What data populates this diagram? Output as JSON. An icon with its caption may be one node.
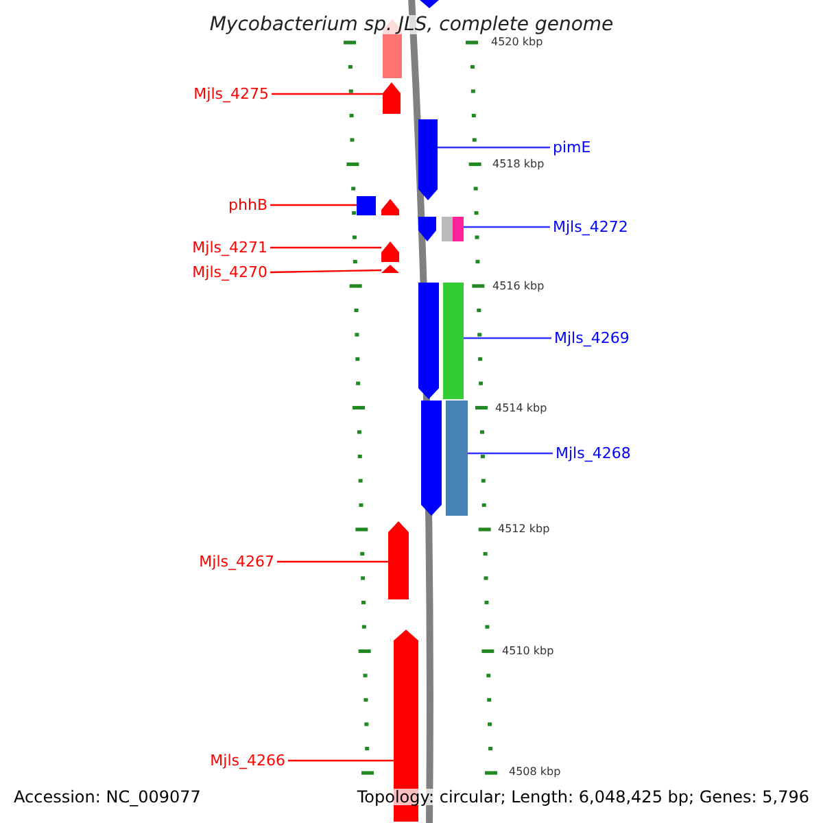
{
  "diagram": {
    "title": "Mycobacterium sp. JLS, complete genome",
    "nodes": [
      {
        "text": [
          "Mjls_4275"
        ]
      },
      {
        "text": [
          "phhB"
        ]
      },
      {
        "text": [
          "Mjls_4271"
        ]
      },
      {
        "text": [
          "Mjls_4270"
        ]
      },
      {
        "text": [
          "Mjls_4267"
        ]
      },
      {
        "text": [
          "Mjls_4266"
        ]
      },
      {
        "text": [
          "pimE"
        ]
      },
      {
        "text": [
          "Mjls_4272"
        ]
      },
      {
        "text": [
          "Mjls_4269"
        ]
      },
      {
        "text": [
          "Mjls_4268"
        ]
      },
      {
        "text": [],
        "shape": "arrow"
      },
      {
        "text": [],
        "shape": "arrow"
      },
      {
        "text": [],
        "shape": "arrow"
      },
      {
        "text": [],
        "shape": "arrow"
      },
      {
        "text": [],
        "shape": "arrow"
      },
      {
        "text": [],
        "shape": "arrow"
      },
      {
        "text": [],
        "shape": "arrow"
      },
      {
        "text": [],
        "shape": "arrow"
      },
      {
        "text": [],
        "shape": "arrow"
      },
      {
        "text": [],
        "shape": "arrow"
      },
      {
        "text": [],
        "shape": "arrow"
      },
      {
        "text": [],
        "shape": "arrow"
      },
      {
        "text": [],
        "shape": "box"
      },
      {
        "text": [],
        "shape": "bar"
      },
      {
        "text": [],
        "shape": "bar"
      },
      {
        "text": [],
        "shape": "bar"
      }
    ],
    "edges": [
      {
        "from": 0,
        "to": 11,
        "arrow": "none"
      },
      {
        "from": 1,
        "to": 22,
        "arrow": "none"
      },
      {
        "from": 2,
        "to": 13,
        "arrow": "none"
      },
      {
        "from": 3,
        "to": 14,
        "arrow": "none"
      },
      {
        "from": 4,
        "to": 15,
        "arrow": "none"
      },
      {
        "from": 5,
        "to": 16,
        "arrow": "none"
      },
      {
        "from": 6,
        "to": 18,
        "arrow": "none",
        "color": "#3333ff"
      },
      {
        "from": 7,
        "to": 23,
        "arrow": "none",
        "color": "#3333ff"
      },
      {
        "from": 8,
        "to": 24,
        "arrow": "none",
        "color": "#3333ff"
      },
      {
        "from": 9,
        "to": 25,
        "arrow": "none",
        "color": "#3333ff"
      }
    ],
    "labels": [
      "4520 kbp",
      "4518 kbp",
      "4516 kbp",
      "4514 kbp",
      "4512 kbp",
      "4510 kbp",
      "4508 kbp",
      "Accession: NC_009077",
      "Topology: circular; Length: 6,048,425 bp; Genes: 5,796"
    ]
  }
}
